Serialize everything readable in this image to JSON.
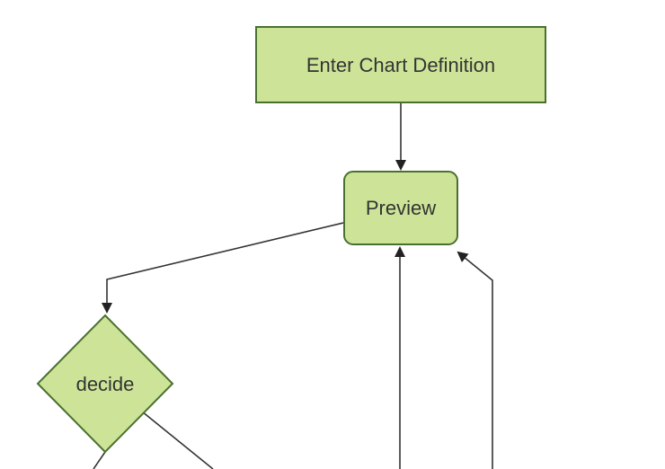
{
  "diagram": {
    "type": "flowchart",
    "theme_colors": {
      "node_fill": "#cde498",
      "node_border": "#4a7030",
      "edge_color": "#333333",
      "arrowhead_color": "#222222",
      "text_color": "#333333",
      "background": "#ffffff"
    },
    "nodes": [
      {
        "id": "enter-chart-definition",
        "label": "Enter Chart Definition",
        "shape": "rectangle"
      },
      {
        "id": "preview",
        "label": "Preview",
        "shape": "rounded-rectangle"
      },
      {
        "id": "decide",
        "label": "decide",
        "shape": "diamond"
      }
    ],
    "edges": [
      {
        "from": "enter-chart-definition",
        "to": "preview",
        "arrow": "true"
      },
      {
        "from": "preview",
        "to": "decide",
        "arrow": "true"
      },
      {
        "from": "offscreen-bottom-center",
        "to": "preview",
        "arrow": "true"
      },
      {
        "from": "offscreen-bottom-right",
        "to": "preview",
        "arrow": "true"
      },
      {
        "from": "decide",
        "to": "offscreen-bottom-left",
        "arrow": "false"
      },
      {
        "from": "decide",
        "to": "offscreen-bottom-right",
        "arrow": "false"
      }
    ]
  }
}
